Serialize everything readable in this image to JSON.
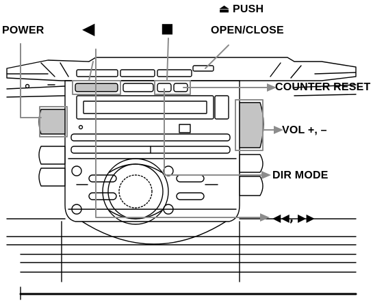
{
  "labels": {
    "power": "POWER",
    "play_back": "◀",
    "stop": "■",
    "push_line1": "⏏ PUSH",
    "push_line2": "OPEN/CLOSE",
    "counter_reset": "COUNTER RESET",
    "vol": "VOL +, –",
    "dir_mode": "DIR MODE",
    "seek": "◀◀, ▶▶"
  },
  "colors": {
    "ink": "#000000",
    "highlight": "#8c8c8c",
    "button_fill": "#c4c4c4"
  }
}
